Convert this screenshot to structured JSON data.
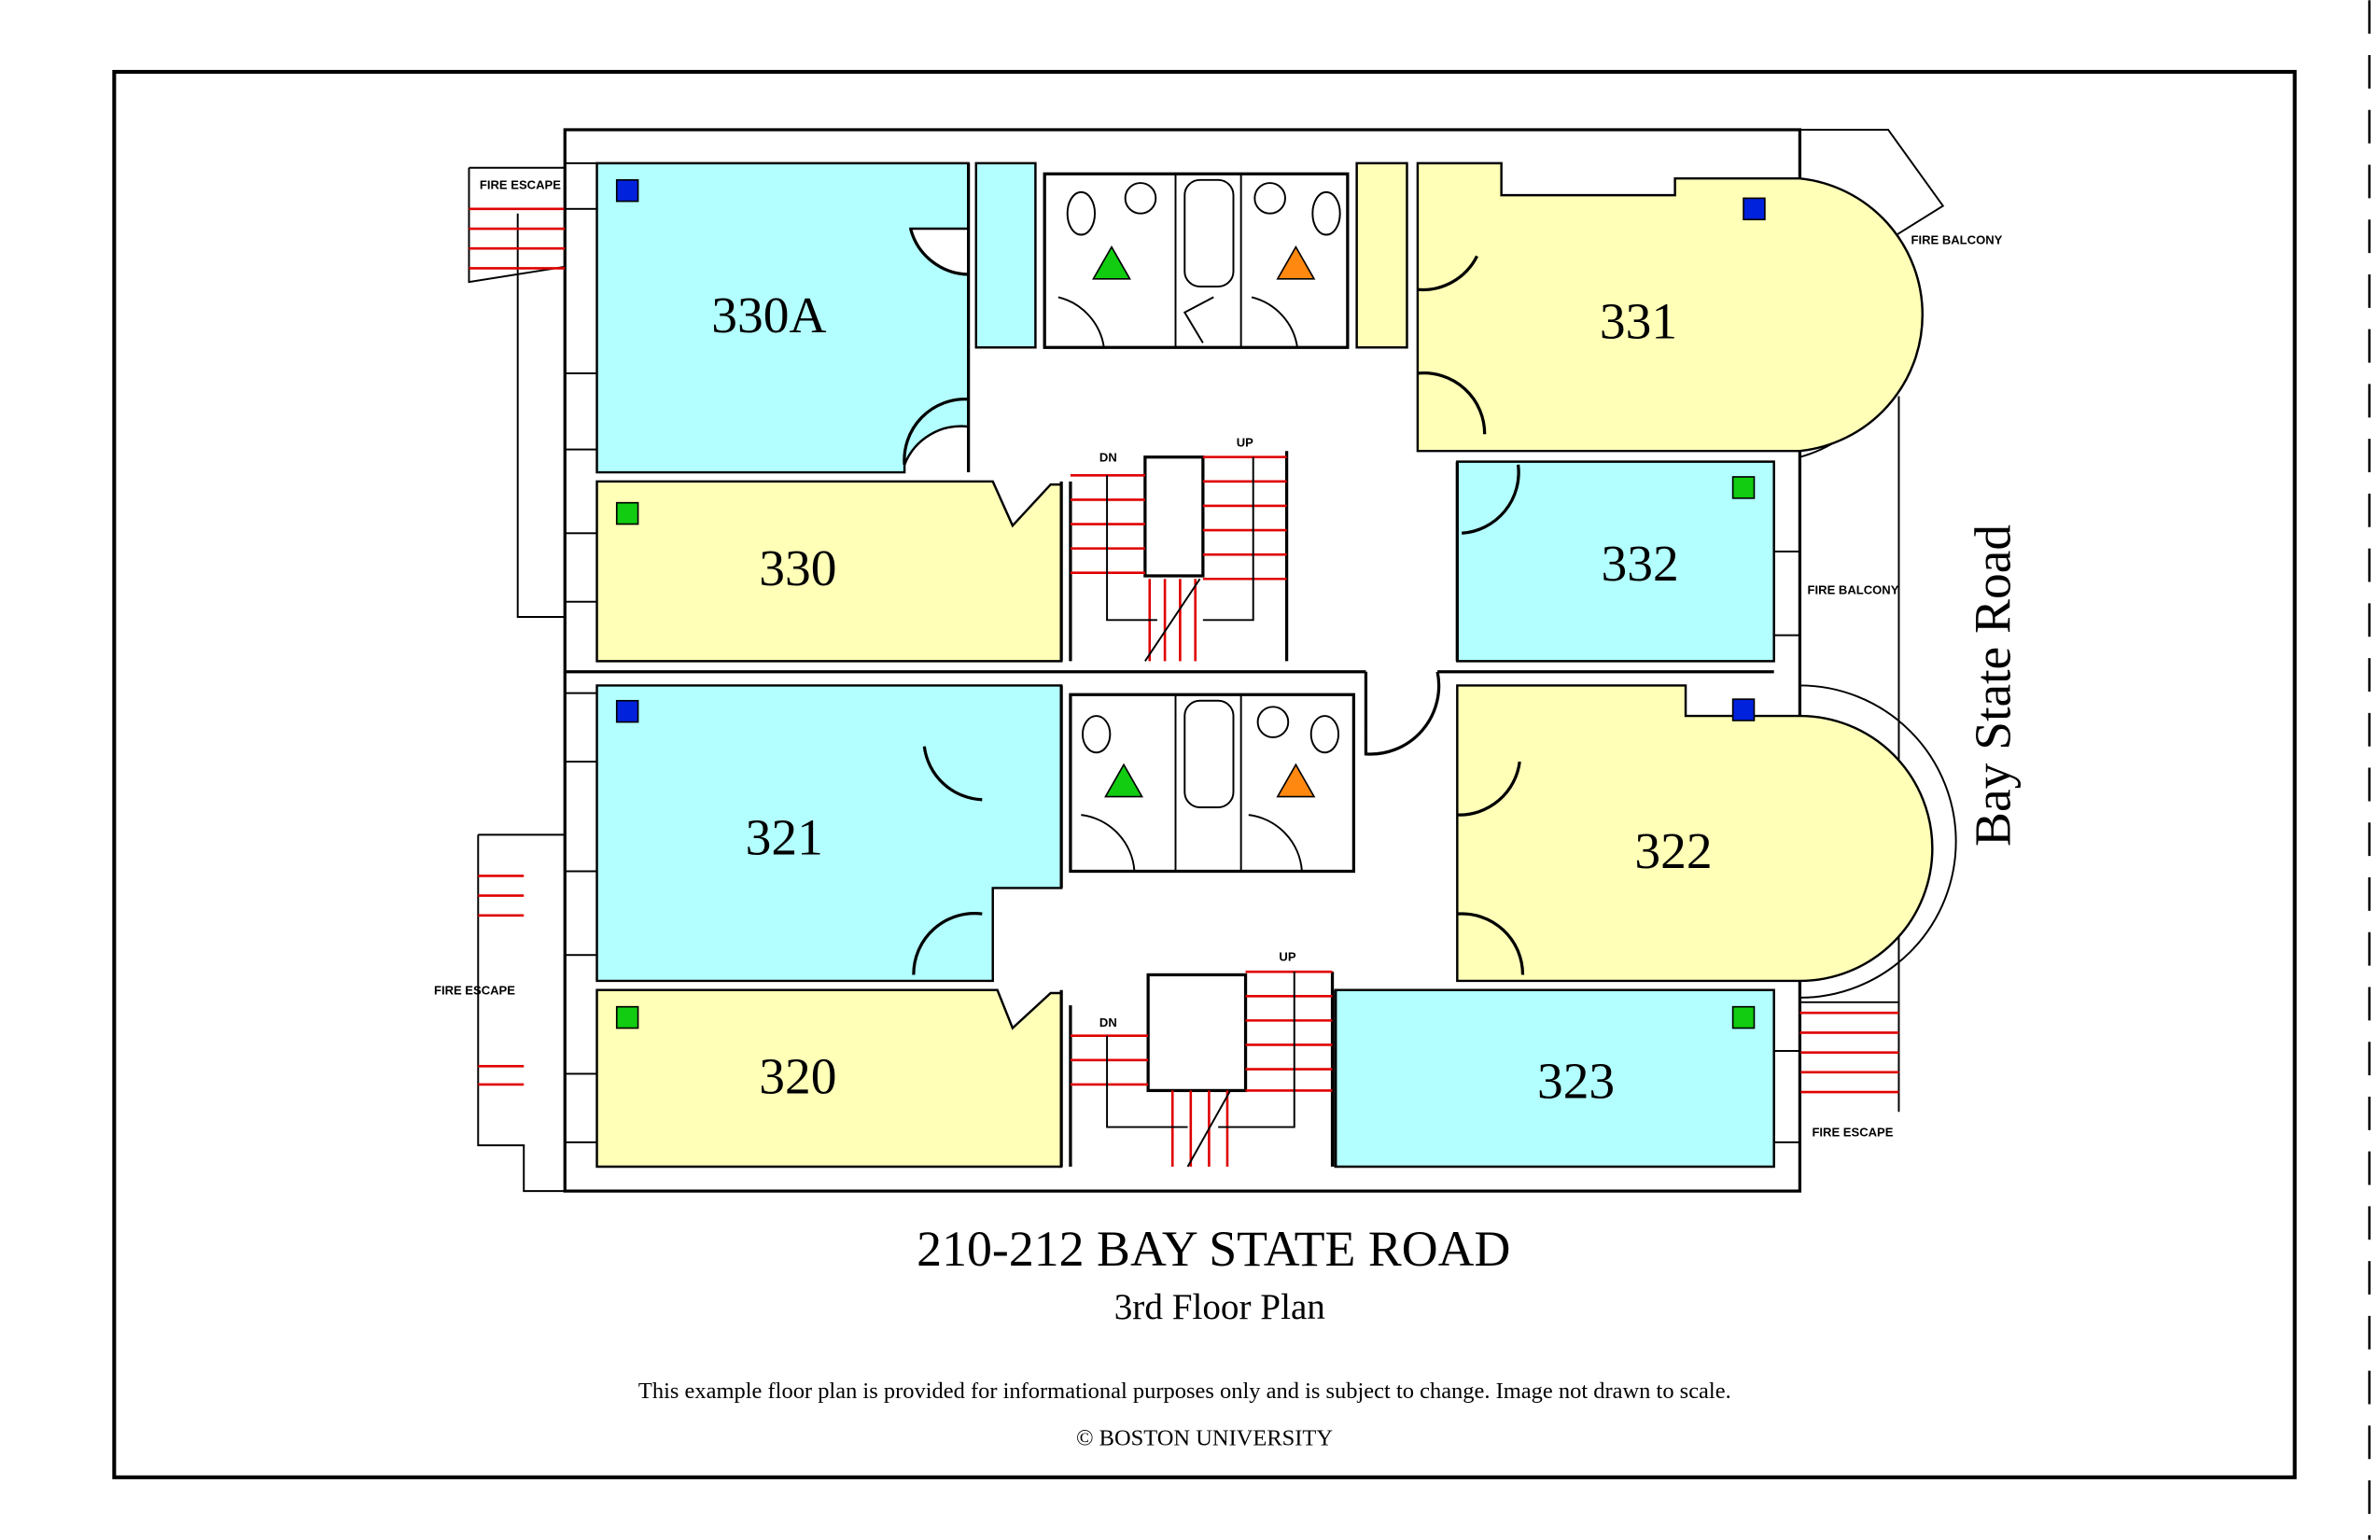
{
  "plan": {
    "title": "210-212 BAY STATE ROAD",
    "subtitle": "3rd Floor Plan",
    "disclaimer": "This example floor plan is provided for informational purposes only and is subject to change. Image not drawn to scale.",
    "copyright": "© BOSTON UNIVERSITY",
    "street": "Bay State Road"
  },
  "labels": {
    "fire_escape": "FIRE ESCAPE",
    "fire_balcony": "FIRE BALCONY",
    "dn": "DN",
    "up": "UP"
  },
  "rooms": [
    {
      "number": "330A",
      "color": "#b3ffff",
      "marker": "blue"
    },
    {
      "number": "330",
      "color": "#ffffb8",
      "marker": "green"
    },
    {
      "number": "321",
      "color": "#b3ffff",
      "marker": "blue"
    },
    {
      "number": "320",
      "color": "#ffffb8",
      "marker": "green"
    },
    {
      "number": "331",
      "color": "#ffffb8",
      "marker": "blue"
    },
    {
      "number": "332",
      "color": "#b3ffff",
      "marker": "green"
    },
    {
      "number": "322",
      "color": "#ffffb8",
      "marker": "blue"
    },
    {
      "number": "323",
      "color": "#b3ffff",
      "marker": "green"
    }
  ],
  "colors": {
    "cyan": "#b3ffff",
    "yellow": "#ffffb8",
    "blue": "#0022dd",
    "green": "#11cc11",
    "orange": "#ff8811",
    "stair": "#e00000"
  }
}
